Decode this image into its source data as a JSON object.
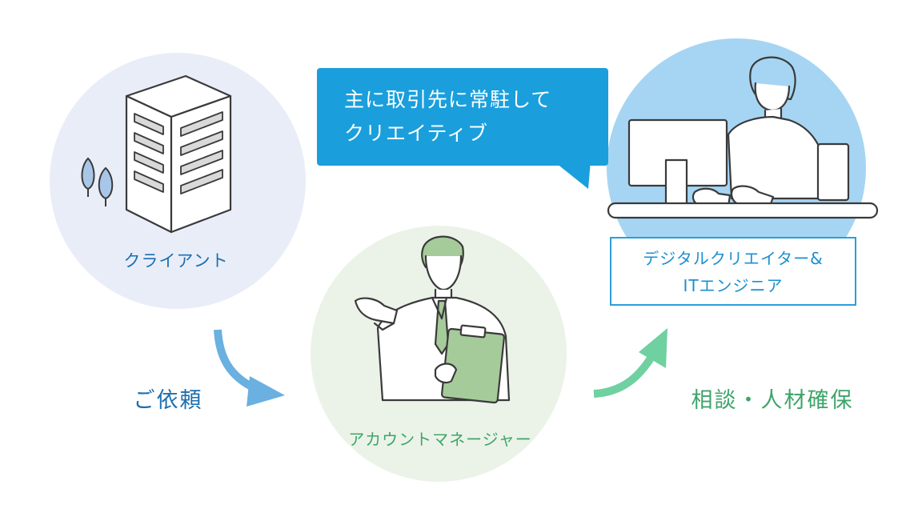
{
  "client": {
    "label": "クライアント"
  },
  "manager": {
    "label": "アカウントマネージャー"
  },
  "engineer": {
    "label_line1": "デジタルクリエイター&",
    "label_line2": "ITエンジニア"
  },
  "bubble": {
    "line1": "主に取引先に常駐して",
    "line2": "クリエイティブ"
  },
  "flow": {
    "request_label": "ご依頼",
    "consult_label": "相談・人材確保"
  },
  "colors": {
    "client_circle": "#e9edf8",
    "manager_circle": "#ebf3e8",
    "engineer_circle": "#a6d5f3",
    "blue_text": "#1b6fb0",
    "green_text": "#3fa46a",
    "bubble": "#1a9fdc",
    "arrow_blue": "#6ab0e0",
    "arrow_green": "#6fd0a0"
  }
}
